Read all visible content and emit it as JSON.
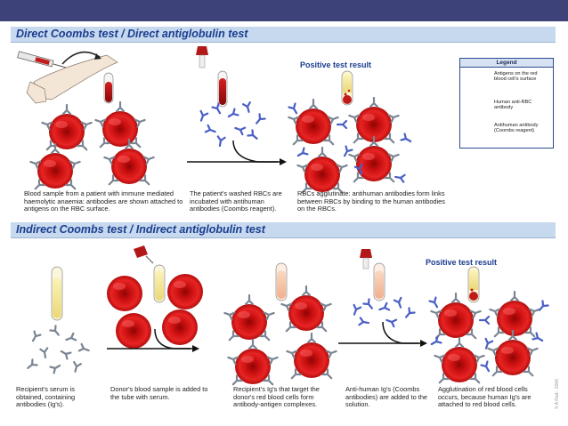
{
  "direct": {
    "title": "Direct Coombs test / Direct antiglobulin test",
    "positive_label": "Positive test result",
    "captions": [
      "Blood sample from a patient with immune mediated haemolytic anaemia: antibodies are shown attached to antigens on the RBC surface.",
      "The patient's washed RBCs are incubated with antihuman antibodies (Coombs reagent).",
      "RBCs agglutinate: antihuman antibodies form links between RBCs by binding to the human antibodies on the RBCs."
    ]
  },
  "indirect": {
    "title": "Indirect Coombs test / Indirect antiglobulin test",
    "positive_label": "Positive test result",
    "captions": [
      "Recipient's serum is obtained, containing antibodies (Ig's).",
      "Donor's blood sample is added to the tube with serum.",
      "Recipient's Ig's that target the donor's red blood cells form antibody-antigen complexes.",
      "Anti-human Ig's (Coombs antibodies) are added to the solution.",
      "Agglutination of red blood cells occurs, because human Ig's are attached to red blood cells."
    ]
  },
  "legend": {
    "title": "Legend",
    "items": [
      {
        "label": "Antigens on the red blood cell's surface",
        "icon": "rbc-antigen-icon"
      },
      {
        "label": "Human anti-RBC antibody",
        "icon": "human-antibody-icon"
      },
      {
        "label": "Antihuman antibody (Coombs reagent)",
        "icon": "antihuman-antibody-icon"
      }
    ]
  },
  "credit": "© A Rad - 2006",
  "colors": {
    "topbar": "#3d4278",
    "header_bg": "#c7d9ee",
    "header_text": "#1a3d8f",
    "rbc": "#d61a1a",
    "human_antibody": "#7a8593",
    "antihuman_antibody": "#4a5fc4"
  }
}
